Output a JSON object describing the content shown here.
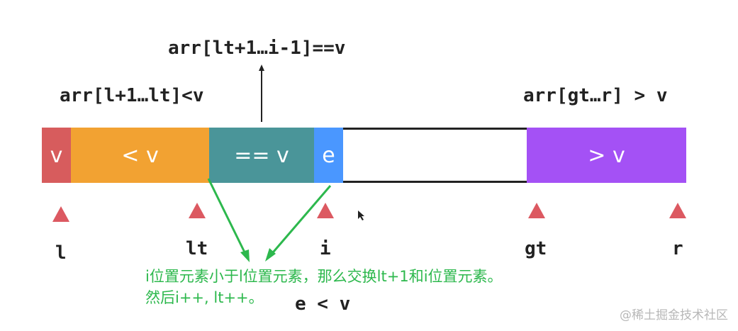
{
  "labels": {
    "eq_range": "arr[lt+1…i-1]==v",
    "lt_range": "arr[l+1…lt]<v",
    "gt_range": "arr[gt…r] > v",
    "condition": "e < v"
  },
  "segments": [
    {
      "id": "v",
      "label": "v",
      "color": "#d75c5d"
    },
    {
      "id": "lt",
      "label": "< v",
      "color": "#f2a232"
    },
    {
      "id": "eq",
      "label": "== v",
      "color": "#4a9599"
    },
    {
      "id": "e",
      "label": "e",
      "color": "#4a97ff"
    },
    {
      "id": "blank",
      "label": "",
      "color": "#ffffff"
    },
    {
      "id": "gt",
      "label": "> v",
      "color": "#a451f5"
    }
  ],
  "indices": {
    "l": "l",
    "lt": "lt",
    "i": "i",
    "gt": "gt",
    "r": "r"
  },
  "note": {
    "line1": "i位置元素小于l位置元素，那么交换lt+1和i位置元素。",
    "line2": "然后i++, lt++。"
  },
  "watermark": "@稀土掘金技术社区",
  "colors": {
    "marker": "#dc5961",
    "arrow": "#2db84d"
  }
}
